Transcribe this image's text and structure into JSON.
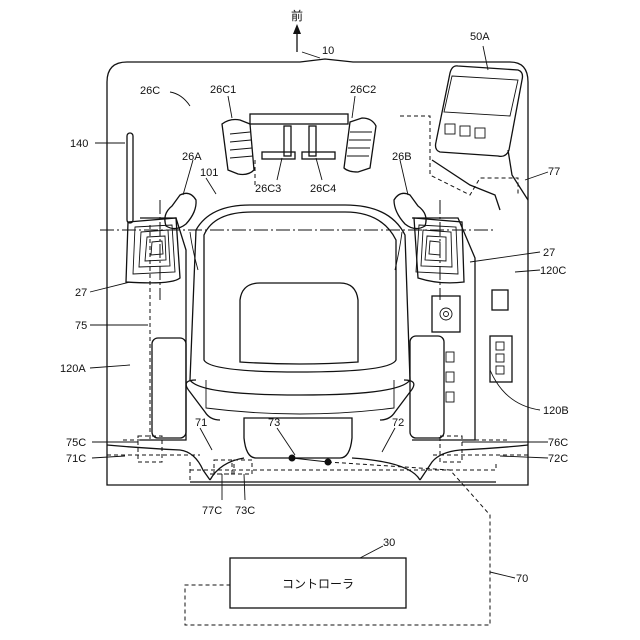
{
  "labels": {
    "front": "前",
    "l10": "10",
    "l50A": "50A",
    "l26C": "26C",
    "l26C1": "26C1",
    "l26C2": "26C2",
    "l140": "140",
    "l26A": "26A",
    "l26B": "26B",
    "l101": "101",
    "l26C3": "26C3",
    "l26C4": "26C4",
    "l77": "77",
    "l27_right": "27",
    "l27_left": "27",
    "l120C": "120C",
    "l75": "75",
    "l120A": "120A",
    "l120B": "120B",
    "l73": "73",
    "l71": "71",
    "l72": "72",
    "l75C": "75C",
    "l71C": "71C",
    "l76C": "76C",
    "l72C": "72C",
    "l77C": "77C",
    "l73C": "73C",
    "l30": "30",
    "l70": "70",
    "controller": "コントローラ"
  }
}
